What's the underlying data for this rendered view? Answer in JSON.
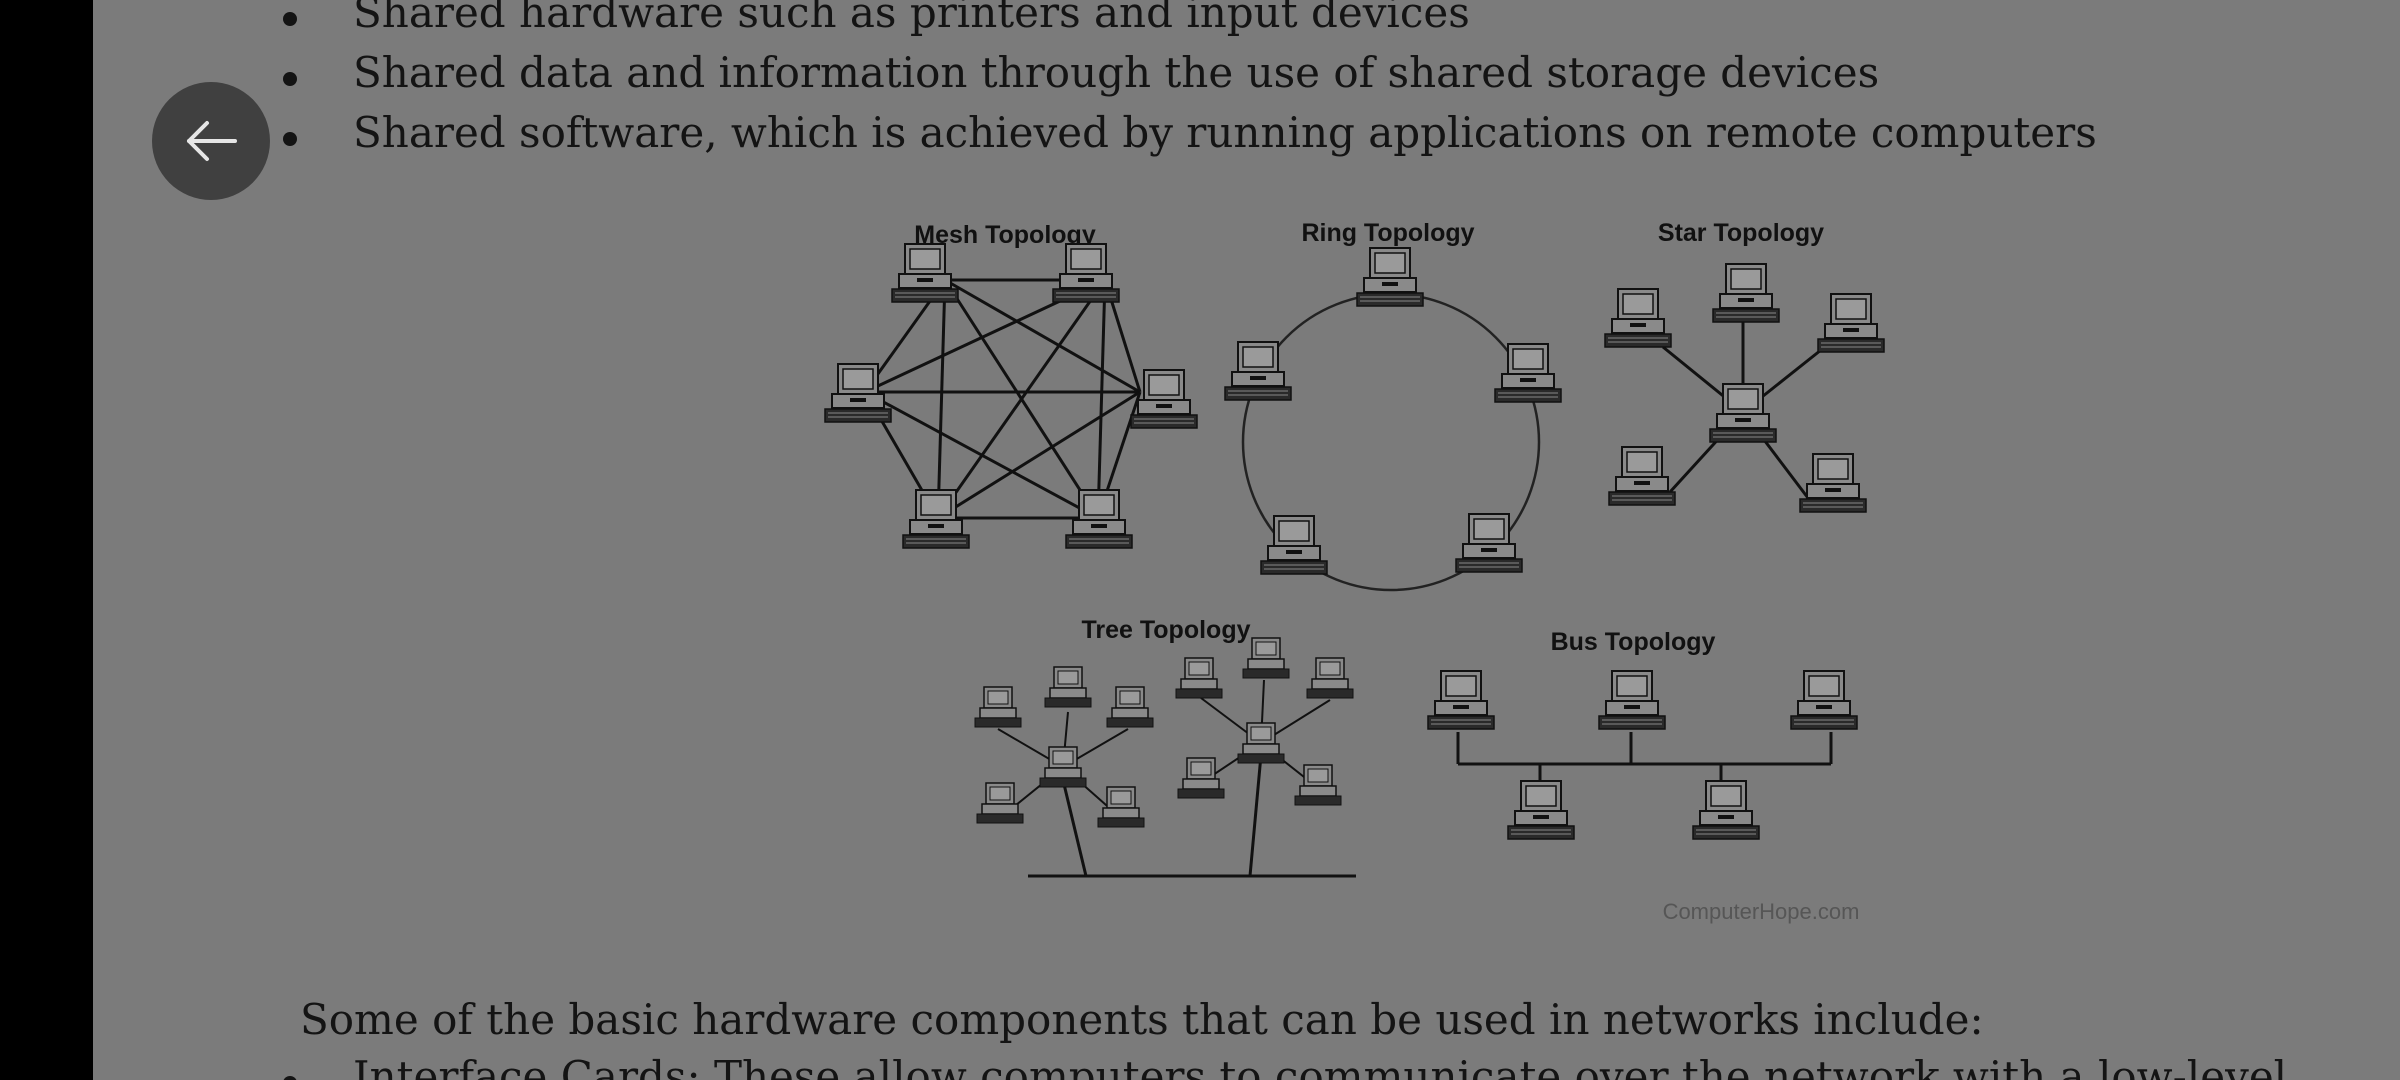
{
  "bullets": [
    "Shared hardware such as printers and input devices",
    "Shared data and information through the use of shared storage devices",
    "Shared software, which is achieved by running applications on remote computers"
  ],
  "figure": {
    "labels": {
      "mesh": "Mesh Topology",
      "ring": "Ring Topology",
      "star": "Star Topology",
      "tree": "Tree Topology",
      "bus": "Bus Topology"
    },
    "credit": "ComputerHope.com"
  },
  "paragraph": "Some of the basic hardware components that can be used in networks include:",
  "next_bullet": "Interface Cards: These allow computers to communicate over the network with a low-level"
}
